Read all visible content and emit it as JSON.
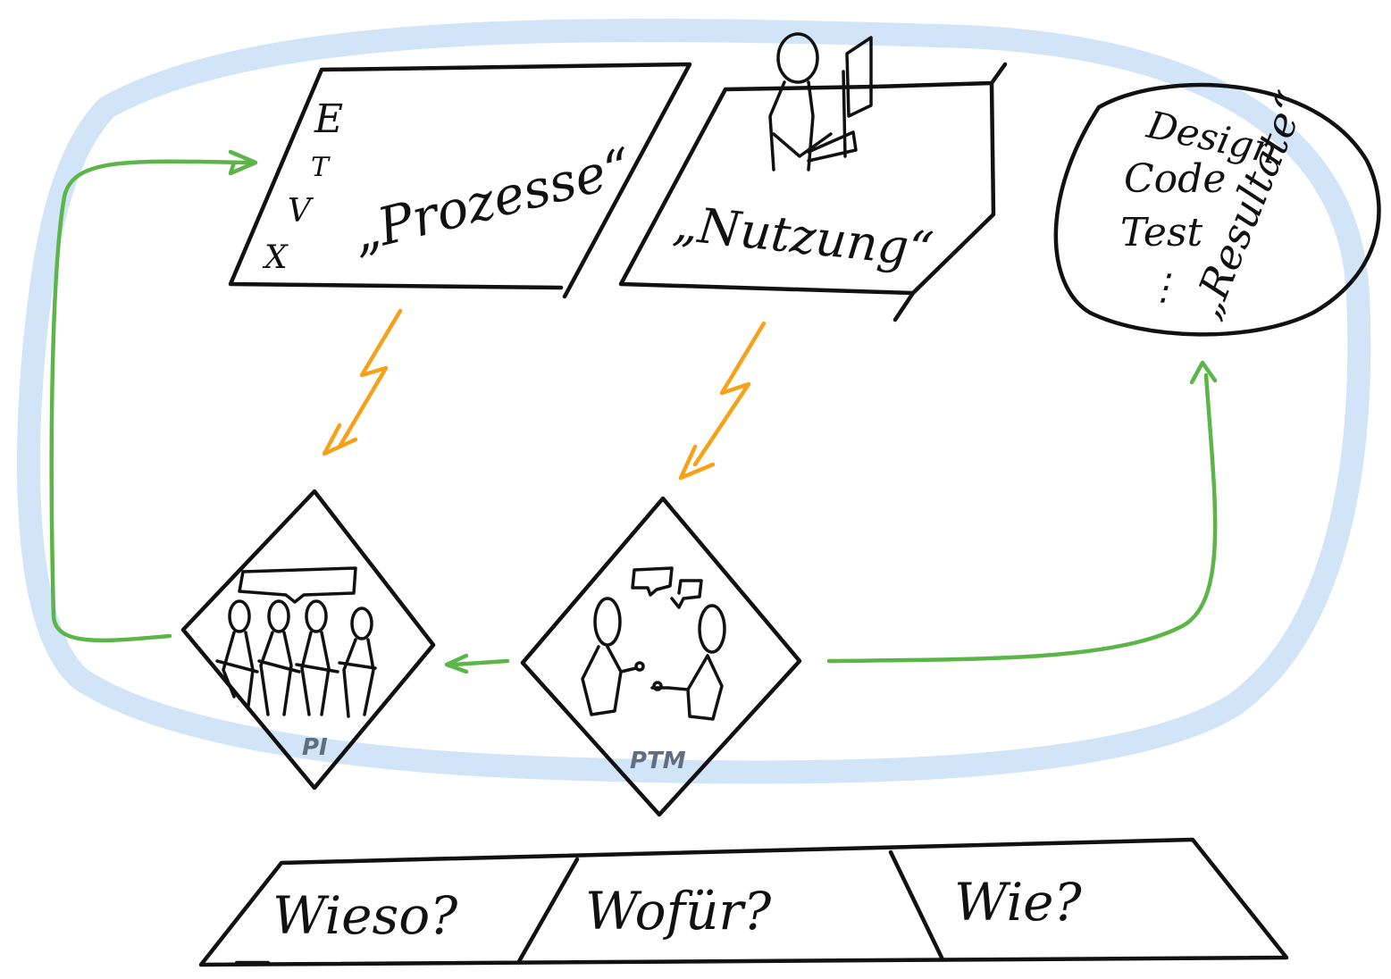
{
  "colors": {
    "loop": "#cfe3f8",
    "ink": "#111111",
    "green_arrow": "#5cb548",
    "orange_bolt": "#f5a21a",
    "label_faint": "#5f6e80"
  },
  "top": {
    "prozesse": {
      "letters": [
        "E",
        "T",
        "V",
        "X"
      ],
      "label": "„Prozesse“"
    },
    "nutzung": {
      "label": "„Nutzung“"
    },
    "resultate": {
      "items": [
        "Design",
        "Code",
        "Test",
        "⋮"
      ],
      "label": "„Resultate“"
    }
  },
  "middle": {
    "pi_label": "PI",
    "ptm_label": "PTM"
  },
  "bottom": {
    "questions": [
      "Wieso?",
      "Wofür?",
      "Wie?"
    ]
  }
}
